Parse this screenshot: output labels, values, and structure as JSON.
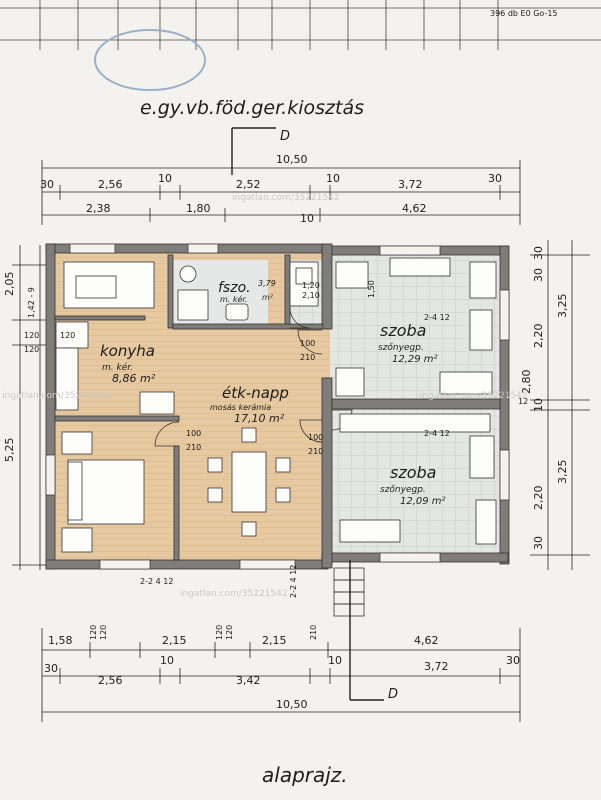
{
  "header": {
    "top_right_code": "396 db  E0 Go-15",
    "title": "e.gy.vb.föd.ger.kiosztás",
    "section_mark_top": "D",
    "section_mark_bottom": "D"
  },
  "footer": {
    "title": "alaprajz."
  },
  "watermark": "ingatlan.com/35221542",
  "rooms": {
    "konyha": {
      "name": "konyha",
      "sub": "m. kér.",
      "area": "8,86 m²"
    },
    "fszo": {
      "name": "fszo.",
      "num": "3,79",
      "sub": "m. kér.",
      "unit": "m²"
    },
    "etk": {
      "name": "étk-napp",
      "sub": "mosás kerámia",
      "area": "17,10 m²"
    },
    "szoba1": {
      "name": "szoba",
      "sub": "szőnyegp.",
      "area": "12,29 m²"
    },
    "szoba2": {
      "name": "szoba",
      "sub": "szőnyegp.",
      "area": "12,09 m²"
    }
  },
  "dims_top": {
    "overall": "10,50",
    "r1": [
      "30",
      "2,56",
      "10",
      "2,52",
      "10",
      "3,72",
      "30"
    ],
    "r2": [
      "2,38",
      "1,80",
      "10",
      "4,62"
    ]
  },
  "dims_bottom": {
    "r1": [
      "1,58",
      "120",
      "120",
      "2,15",
      "120",
      "120",
      "2,15",
      "210",
      "4,62"
    ],
    "r2": [
      "30",
      "2,56",
      "10",
      "3,42",
      "10",
      "3,72",
      "30"
    ],
    "overall": "10,50"
  },
  "dims_left": [
    "2,05",
    "1,42 - 9",
    "120",
    "120",
    "5,25"
  ],
  "dims_right": [
    "30",
    "3,25",
    "30",
    "2,20",
    "10",
    "2,80",
    "12",
    "3,25",
    "2,20",
    "30"
  ],
  "door_labels": [
    "100",
    "210",
    "100",
    "210",
    "100",
    "210",
    "1,20",
    "2,10",
    "1,50",
    "120",
    "2-2 4 12"
  ],
  "window_labels": [
    "2-4 12",
    "2-4 12",
    "2-2 4 12"
  ]
}
